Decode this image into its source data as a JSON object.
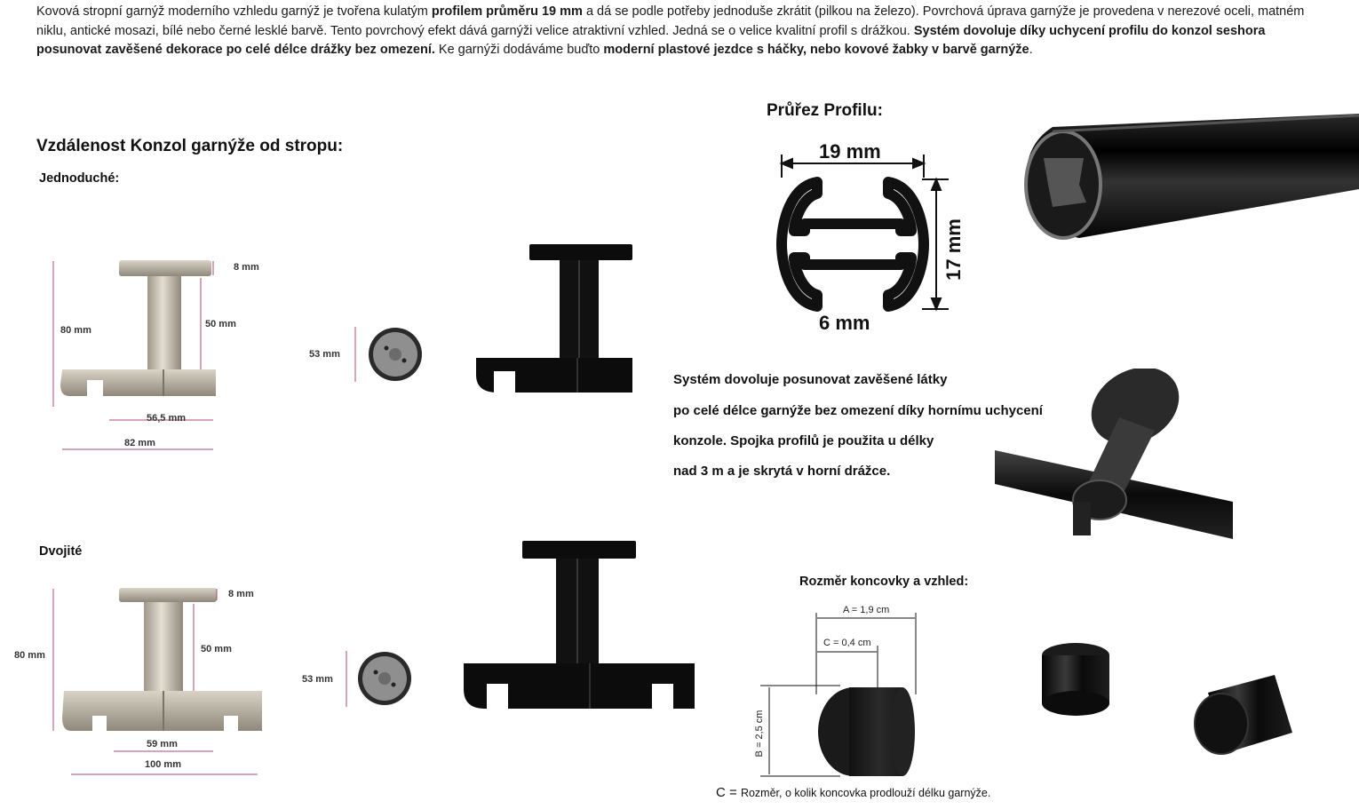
{
  "intro": {
    "p1": "Kovová stropní garnýž moderního vzhledu garnýž je tvořena kulatým ",
    "b1": "profilem průměru 19 mm",
    "p2": " a dá se podle potřeby jednoduše zkrátit (pilkou na železo). Povrchová úprava garnýže je provedena v nerezové oceli, matném niklu, antické mosazi, bílé nebo černé lesklé barvě. Tento povrchový efekt dává garnýži velice atraktivní vzhled. Jedná se o velice kvalitní profil s drážkou. ",
    "b2": "Systém dovoluje díky uchycení profilu do konzol seshora posunovat zavěšené dekorace po celé délce drážky bez omezení.",
    "p3": " Ke garnýži dodáváme buďto ",
    "b3": "moderní plastové jezdce s háčky, nebo kovové žabky v barvě garnýže",
    "p4": "."
  },
  "section_distance": {
    "title": "Vzdálenost Konzol garnýže od stropu:",
    "single_label": "Jednoduché:",
    "double_label": "Dvojité"
  },
  "single_bracket": {
    "dim_top": "8 mm",
    "dim_height": "80 mm",
    "dim_stem": "50 mm",
    "dim_inner": "56,5 mm",
    "dim_width": "82 mm",
    "dim_disc": "53 mm"
  },
  "double_bracket": {
    "dim_top": "8 mm",
    "dim_height": "80 mm",
    "dim_stem": "50 mm",
    "dim_inner": "59 mm",
    "dim_width": "100 mm",
    "dim_disc": "53 mm"
  },
  "profile": {
    "title": "Průřez Profilu:",
    "dim_width": "19 mm",
    "dim_height": "17 mm",
    "dim_slot": "6 mm"
  },
  "system_text": {
    "line1": "Systém dovoluje posunovat zavěšené látky",
    "line2": "po celé délce garnýže bez omezení díky hornímu uchycení",
    "line3": "konzole. Spojka profilů je použita u délky",
    "line4": " nad 3 m a je skrytá v horní drážce."
  },
  "endcap": {
    "title": "Rozměr koncovky a vzhled:",
    "dim_a": "A = 1,9 cm",
    "dim_c": "C = 0,4 cm",
    "dim_b": "B = 2,5 cm",
    "note_prefix": "C = ",
    "note": "Rozměr, o kolik koncovka prodlouží délku garnýže."
  },
  "colors": {
    "nickel": "#c9c2b4",
    "black": "#0c0c0c",
    "dim_line": "#b0487a"
  }
}
